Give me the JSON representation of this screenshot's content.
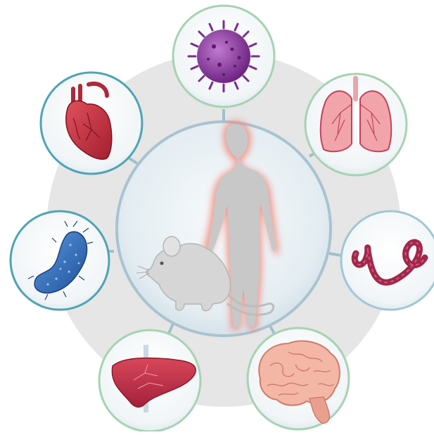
{
  "diagram": {
    "center": {
      "figures": [
        "human-figure",
        "mouse"
      ]
    },
    "organs": [
      {
        "id": "virus",
        "icon": "virus-icon",
        "ring_color": "#a6d3b2"
      },
      {
        "id": "lungs",
        "icon": "lungs-icon",
        "ring_color": "#a6d3b2"
      },
      {
        "id": "worm",
        "icon": "worm-icon",
        "ring_color": "#9fc7d6"
      },
      {
        "id": "brain",
        "icon": "brain-icon",
        "ring_color": "#a6d3b2"
      },
      {
        "id": "liver",
        "icon": "liver-icon",
        "ring_color": "#a6d3b2"
      },
      {
        "id": "bacterium",
        "icon": "bacterium-icon",
        "ring_color": "#4fa3b5"
      },
      {
        "id": "heart",
        "icon": "heart-icon",
        "ring_color": "#4fa3b5"
      }
    ],
    "colors": {
      "background_disc": "#e6e6e6",
      "center_fill": "#dfe9ef",
      "center_ring": "#a9c3d0",
      "connector": "#9fc0cc",
      "human_glow": "#f28a7a",
      "virus": "#8a3a9a",
      "lungs": "#e98a94",
      "worm": "#a0284a",
      "brain": "#f3b0a0",
      "liver": "#c2334a",
      "bacterium": "#2f6fb8",
      "heart": "#c8323f"
    }
  }
}
